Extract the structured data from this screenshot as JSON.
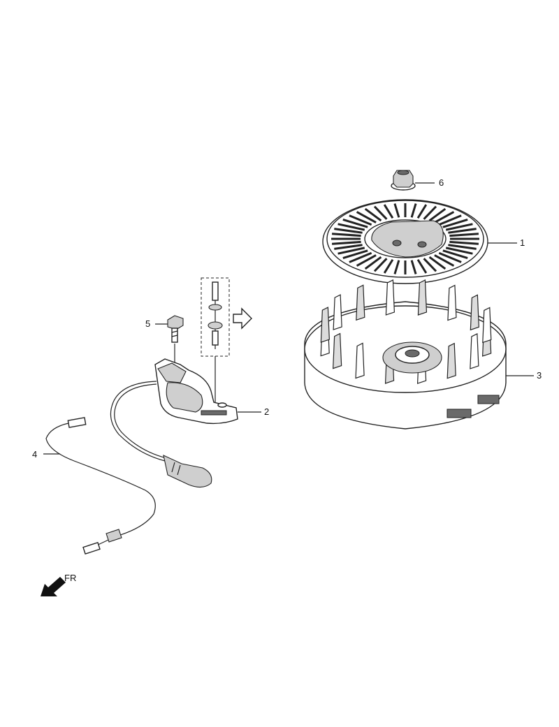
{
  "diagram": {
    "callouts": [
      {
        "id": "1",
        "label": "1"
      },
      {
        "id": "2",
        "label": "2"
      },
      {
        "id": "3",
        "label": "3"
      },
      {
        "id": "4",
        "label": "4"
      },
      {
        "id": "5",
        "label": "5"
      },
      {
        "id": "6",
        "label": "6"
      }
    ],
    "direction_indicator": {
      "label": "FR",
      "icon": "arrow-down-left-icon"
    }
  }
}
